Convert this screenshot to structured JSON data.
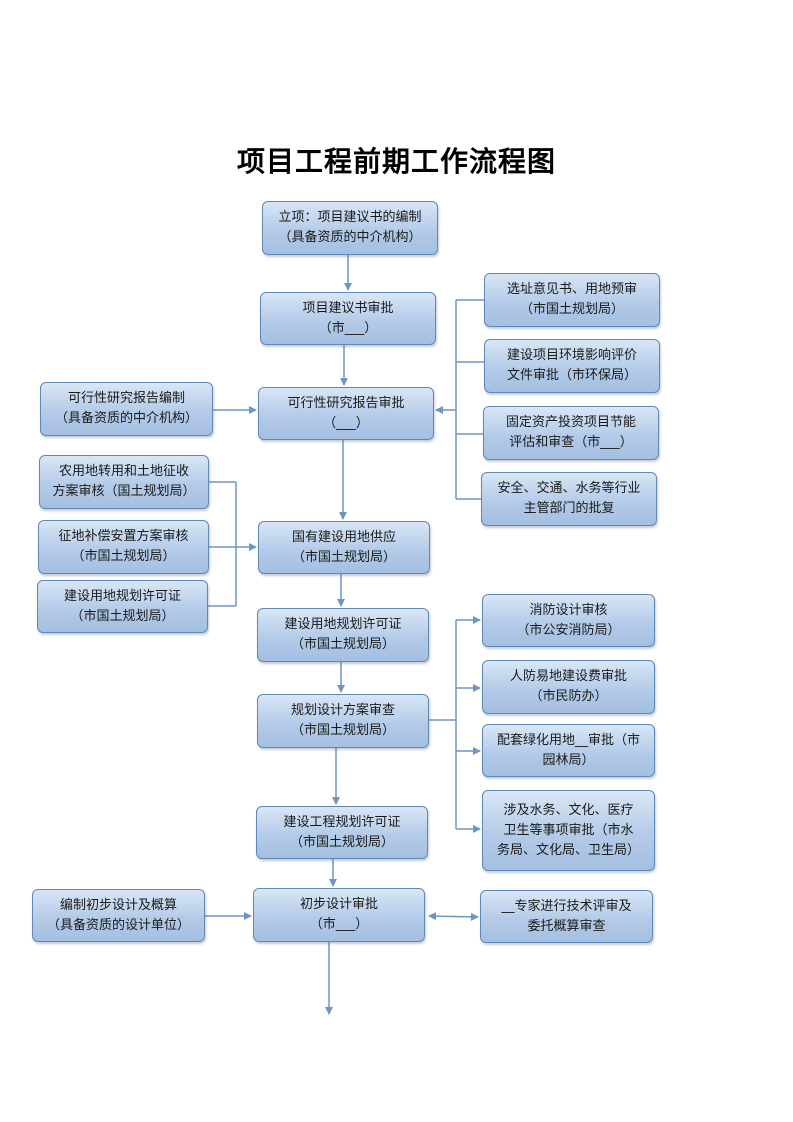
{
  "title": "项目工程前期工作流程图",
  "boxes": {
    "lixiang": [
      "立项：项目建议书的编制",
      "（具备资质的中介机构）"
    ],
    "jianyishu_shenpi": [
      "项目建议书审批",
      "（市___）"
    ],
    "kexingxing_shenpi": [
      "可行性研究报告审批",
      "（___）"
    ],
    "kexingxing_bianzhi": [
      "可行性研究报告编制",
      "（具备资质的中介机构）"
    ],
    "xuanzhi": [
      "选址意见书、用地预审",
      "（市国土规划局）"
    ],
    "huanjing": [
      "建设项目环境影响评价",
      "文件审批（市环保局）"
    ],
    "jieneng": [
      "固定资产投资项目节能",
      "评估和审查（市___）"
    ],
    "anquan": [
      "安全、交通、水务等行业",
      "主管部门的批复"
    ],
    "nongyong": [
      "农用地转用和土地征收",
      "方案审核（国土规划局）"
    ],
    "zhengdi": [
      "征地补偿安置方案审核",
      "（市国土规划局）"
    ],
    "yongdi_xuke_left": [
      "建设用地规划许可证",
      "（市国土规划局）"
    ],
    "guoyou": [
      "国有建设用地供应",
      "（市国土规划局）"
    ],
    "yongdi_xuke": [
      "建设用地规划许可证",
      "（市国土规划局）"
    ],
    "guihua_fangan": [
      "规划设计方案审查",
      "（市国土规划局）"
    ],
    "gongcheng_xuke": [
      "建设工程规划许可证",
      "（市国土规划局）"
    ],
    "chubu_shenpi": [
      "初步设计审批",
      "（市___）"
    ],
    "chubu_bianzhi": [
      "编制初步设计及概算",
      "（具备资质的设计单位）"
    ],
    "xiaofang": [
      "消防设计审核",
      "（市公安消防局）"
    ],
    "renfang": [
      "人防易地建设费审批",
      "（市民防办）"
    ],
    "lvhua": [
      "配套绿化用地__审批（市",
      "园林局）"
    ],
    "shewu": [
      "涉及水务、文化、医疗",
      "卫生等事项审批（市水",
      "务局、文化局、卫生局）"
    ],
    "zhuanjia": [
      "__专家进行技术评审及",
      "委托概算审查"
    ]
  },
  "colors": {
    "box_border": "#5f88b6",
    "box_fill_top": "#d9e6f6",
    "box_fill_bottom": "#a4bfe2",
    "connector": "#6f96c0"
  }
}
